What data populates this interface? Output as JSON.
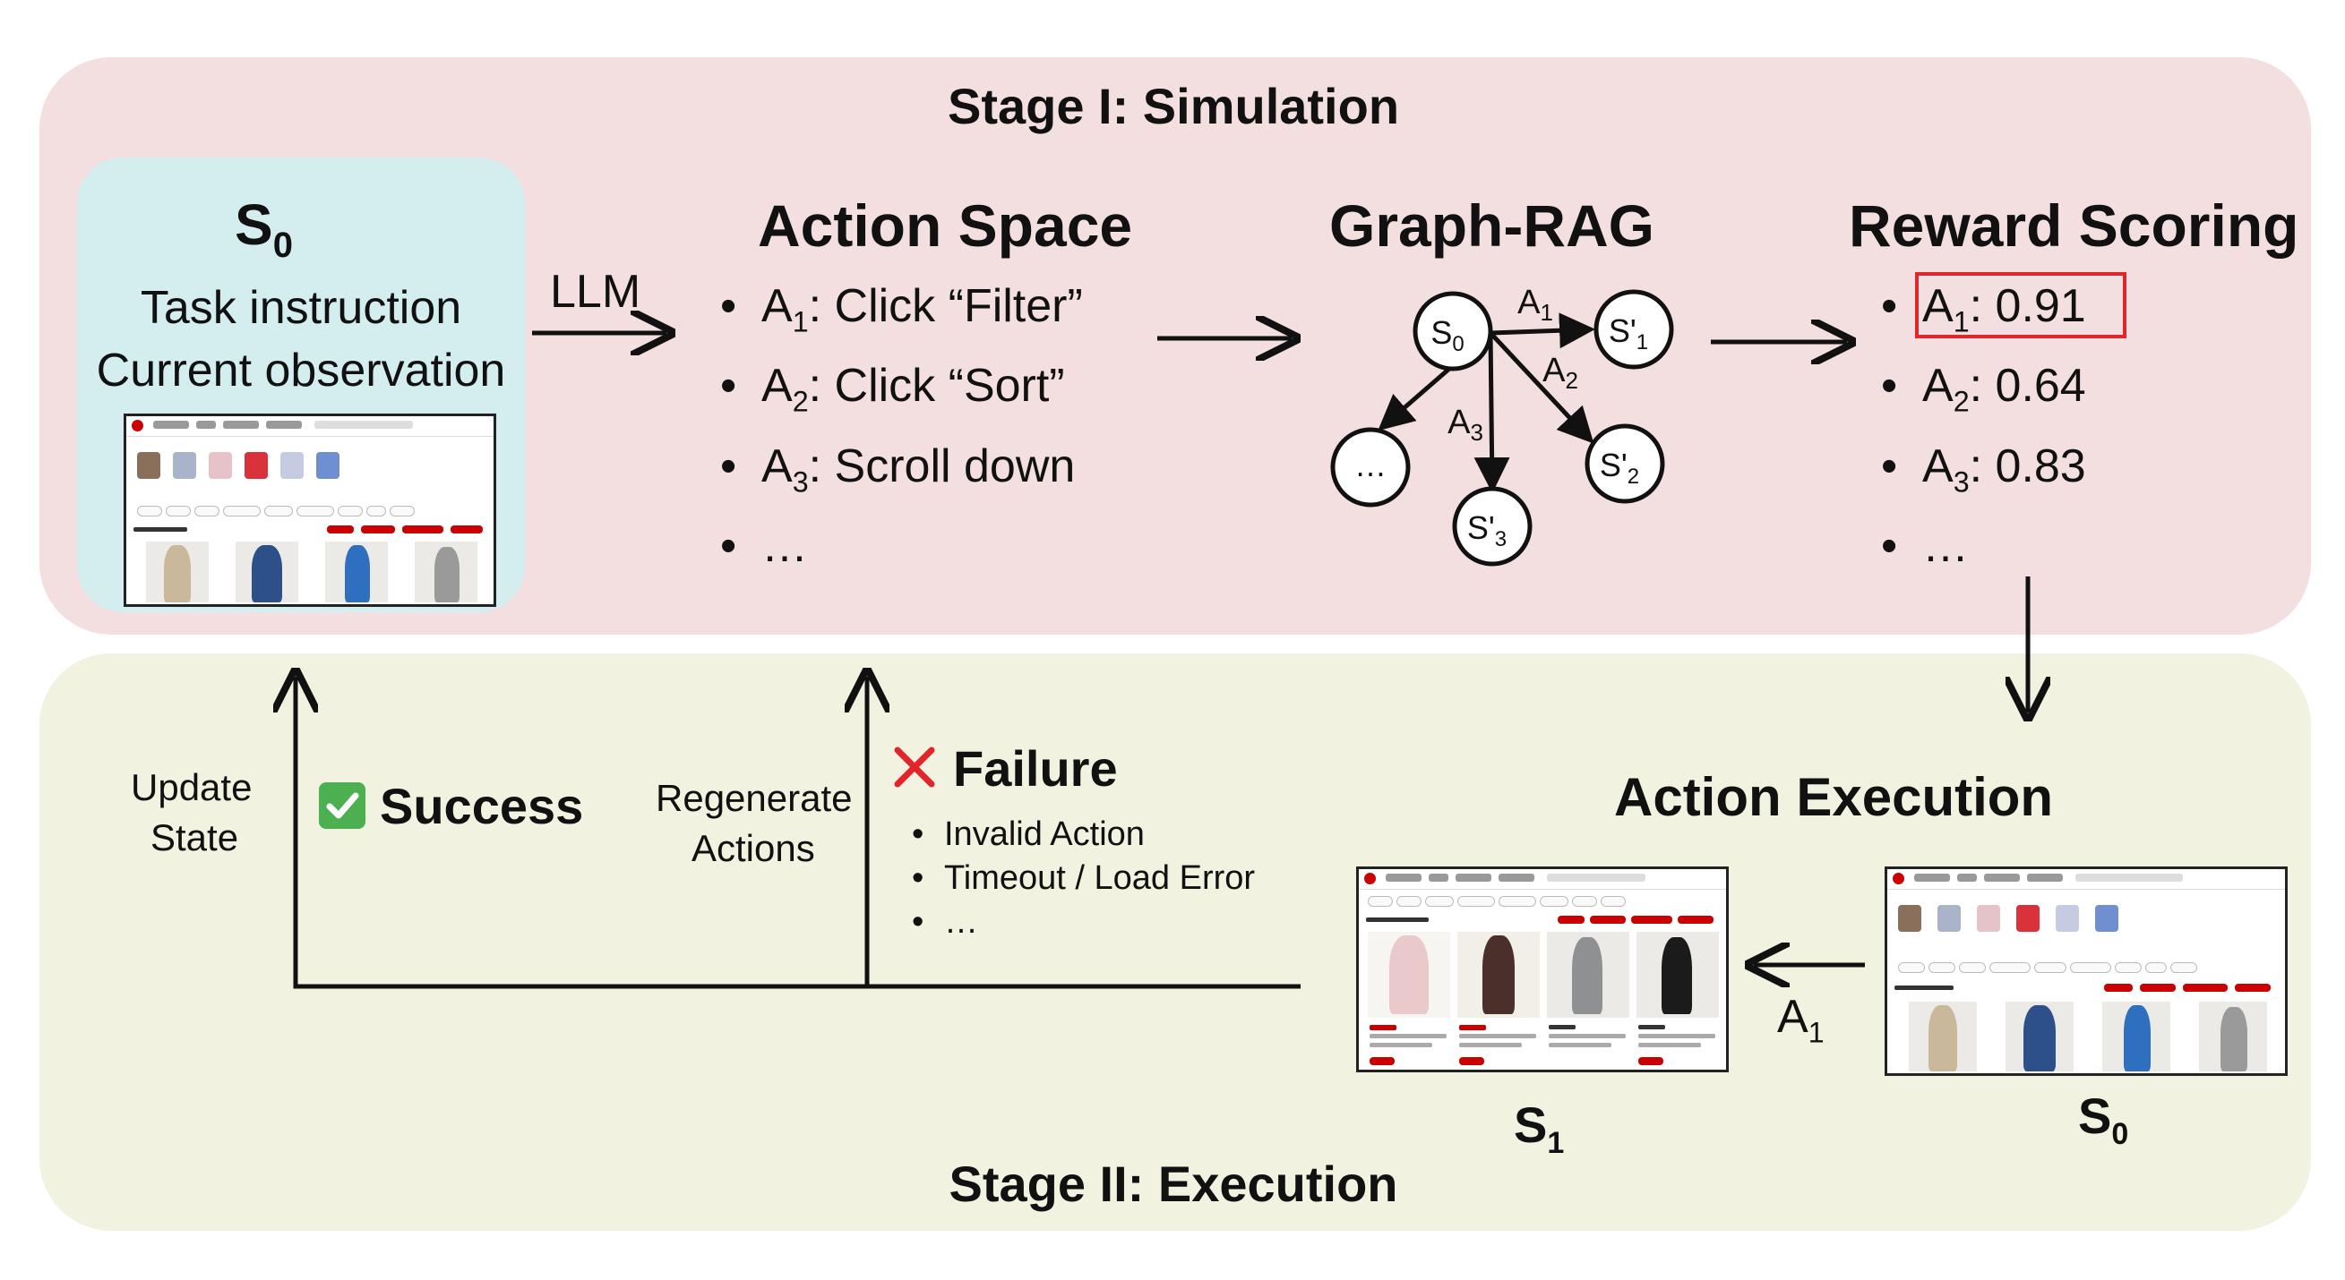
{
  "stage1": {
    "title": "Stage I: Simulation",
    "s0": {
      "label": "S",
      "sub": "0",
      "line1": "Task instruction",
      "line2": "Current observation"
    },
    "llm_label": "LLM",
    "action_space": {
      "title": "Action Space",
      "items": [
        {
          "a": "A",
          "sub": "1",
          "text": ": Click “Filter”"
        },
        {
          "a": "A",
          "sub": "2",
          "text": ": Click “Sort”"
        },
        {
          "a": "A",
          "sub": "3",
          "text": ": Scroll down"
        },
        {
          "a": "",
          "sub": "",
          "text": "…"
        }
      ]
    },
    "graph_rag": {
      "title": "Graph-RAG",
      "nodes": {
        "s0": {
          "base": "S",
          "sub": "0"
        },
        "s1": {
          "base": "S'",
          "sub": "1"
        },
        "s2": {
          "base": "S'",
          "sub": "2"
        },
        "s3": {
          "base": "S'",
          "sub": "3"
        },
        "more": "…"
      },
      "edges": {
        "a1": {
          "base": "A",
          "sub": "1"
        },
        "a2": {
          "base": "A",
          "sub": "2"
        },
        "a3": {
          "base": "A",
          "sub": "3"
        }
      }
    },
    "reward_scoring": {
      "title": "Reward Scoring",
      "items": [
        {
          "a": "A",
          "sub": "1",
          "text": ": 0.91",
          "highlighted": true
        },
        {
          "a": "A",
          "sub": "2",
          "text": ": 0.64",
          "highlighted": false
        },
        {
          "a": "A",
          "sub": "3",
          "text": ": 0.83",
          "highlighted": false
        },
        {
          "a": "",
          "sub": "",
          "text": "…",
          "highlighted": false
        }
      ],
      "highlight_color": "#e0262a"
    }
  },
  "stage2": {
    "title": "Stage II: Execution",
    "update_state": {
      "line1": "Update",
      "line2": "State"
    },
    "success": "Success",
    "regenerate": {
      "line1": "Regenerate",
      "line2": "Actions"
    },
    "failure": {
      "title": "Failure",
      "items": [
        "Invalid Action",
        "Timeout / Load Error",
        "…"
      ]
    },
    "action_execution": {
      "title": "Action Execution",
      "edge": {
        "base": "A",
        "sub": "1"
      },
      "s1": {
        "base": "S",
        "sub": "1"
      },
      "s0": {
        "base": "S",
        "sub": "0"
      }
    }
  },
  "colors": {
    "stage1_bg": "#f4dfe0",
    "stage2_bg": "#f1f2df",
    "s0_box": "#d4eef0",
    "success": "#4caf50",
    "failure": "#e0262a"
  },
  "icons": [
    "check-icon",
    "cross-icon"
  ]
}
